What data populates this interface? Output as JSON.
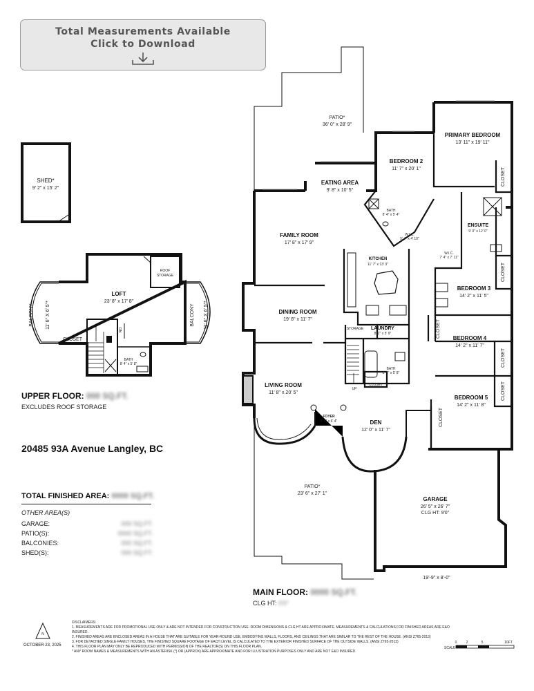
{
  "download_button": {
    "line1": "Total Measurements Available",
    "line2": "Click to Download",
    "icon": "download-icon"
  },
  "rooms": {
    "shed": {
      "name": "SHED*",
      "dim": "9' 2\" x 15' 2\""
    },
    "loft": {
      "name": "LOFT",
      "dim": "23' 8\" x 17' 8\""
    },
    "roof_storage": {
      "name": "ROOF",
      "name2": "STORAGE"
    },
    "balcony_left": {
      "name": "BALCONY",
      "dim": "11' 6\" X 6' 5\"*"
    },
    "balcony_right": {
      "name": "BALCONY",
      "dim": "11' 6\" X 6' 5\"*"
    },
    "upper_closet": {
      "name": "CLOSET"
    },
    "upper_bath": {
      "name": "BATH",
      "dim": "8' 4\" x 5' 8\""
    },
    "upper_dn": {
      "name": "DN"
    },
    "patio_top": {
      "name": "PATIO*",
      "dim": "36' 0\" x 28' 9\""
    },
    "primary_bedroom": {
      "name": "PRIMARY BEDROOM",
      "dim": "13' 11\" x 19' 11\""
    },
    "bedroom2": {
      "name": "BEDROOM 2",
      "dim": "11' 7\" x 20' 1\""
    },
    "eating_area": {
      "name": "EATING AREA",
      "dim": "9' 8\" x 10' 5\""
    },
    "family_room": {
      "name": "FAMILY ROOM",
      "dim": "17' 8\" x 17' 9\""
    },
    "bath_main": {
      "name": "BATH",
      "dim": "8' 4\" x 5' 4\""
    },
    "wic_main": {
      "name": "W.I.C.",
      "dim": "5' 4\" x 4' 10\""
    },
    "ensuite": {
      "name": "ENSUITE",
      "dim": "9' 0\" x 12' 0\""
    },
    "wic_ensuite": {
      "name": "W.I.C.",
      "dim": "7' 4\" x 7' 11\""
    },
    "kitchen": {
      "name": "KITCHEN",
      "dim": "11' 7\" x 13' 3\""
    },
    "dining_room": {
      "name": "DINING ROOM",
      "dim": "19' 8\" x 11' 7\""
    },
    "laundry": {
      "name": "LAUNDRY",
      "dim": "8' 2\" x 5' 9\""
    },
    "storage": {
      "name": "STORAGE"
    },
    "bath_laundry": {
      "name": "BATH",
      "dim": "8' 3\" x 5' 8\""
    },
    "bedroom3": {
      "name": "BEDROOM 3",
      "dim": "14' 2\" x 11' 5\""
    },
    "bedroom4": {
      "name": "BEDROOM 4",
      "dim": "14' 2\" x 11' 7\""
    },
    "bedroom5": {
      "name": "BEDROOM 5",
      "dim": "14' 2\" x 11' 8\""
    },
    "living_room": {
      "name": "LIVING ROOM",
      "dim": "11' 8\" x 20' 5\""
    },
    "foyer": {
      "name": "FOYER",
      "dim": "5' 4\" x 6' 4\""
    },
    "den": {
      "name": "DEN",
      "dim": "12' 0\" x 11' 7\""
    },
    "patio_bottom": {
      "name": "PATIO*",
      "dim": "23' 6\" x 27' 1\""
    },
    "garage": {
      "name": "GARAGE",
      "dim": "26' 5\" x 26' 7\"",
      "clg": "CLG HT: 9'0\""
    },
    "garage_door": {
      "dim": "19'-9\" x 8'-0\""
    },
    "closet": "CLOSET",
    "up": "UP"
  },
  "upper_floor": {
    "label": "UPPER FLOOR:",
    "value": "000 SQ.FT.",
    "note": "EXCLUDES ROOF STORAGE"
  },
  "address": "20485 93A Avenue Langley, BC",
  "totals": {
    "label": "TOTAL FINISHED AREA:",
    "value": "0000 SQ.FT.",
    "other_header": "OTHER AREA(S)",
    "rows": [
      {
        "label": "GARAGE:",
        "value": "000 SQ.FT."
      },
      {
        "label": "PATIO(S):",
        "value": "0000 SQ.FT."
      },
      {
        "label": "BALCONIES:",
        "value": "000 SQ.FT."
      },
      {
        "label": "SHED(S):",
        "value": "000 SQ.FT."
      }
    ]
  },
  "main_floor": {
    "label": "MAIN FLOOR:",
    "value": "0000 SQ.FT.",
    "clg_label": "CLG HT:",
    "clg_value": "0'0\""
  },
  "disclaimer": {
    "title": "DISCLAIMERS:",
    "lines": [
      "1. MEASUREMENTS ARE FOR PROMOTIONAL USE ONLY & ARE NOT INTENDED FOR CONSTRUCTION USE. ROOM DIMENSIONS & CLG HT ARE APPROXIMATE. MEASUREMENTS & CALCULATIONS FOR FINISHED AREAS ARE E&O INSURED.",
      "2. FINISHED AREAS ARE ENCLOSED AREAS IN A HOUSE THAT ARE SUITABLE FOR YEAR-ROUND USE, EMBODYING WALLS, FLOORS, AND CEILINGS THAT ARE SIMILAR TO THE REST OF THE HOUSE. (ANSI Z765-2013)",
      "3. FOR DETACHED SINGLE-FAMILY HOUSES, THE FINISHED SQUARE FOOTAGE OF EACH LEVEL IS CALCULATED TO THE EXTERIOR FINISHED SURFACE OF THE OUTSIDE WALLS. (ANSI Z765-2013)",
      "4. THIS FLOOR PLAN MAY ONLY BE REPRODUCED WITH PERMISSION OF THE REALTOR(S) ON THIS FLOOR PLAN.",
      "* ANY ROOM NAMES & MEASUREMENTS WITH AN ASTERISK (*) OR (APPROX) ARE APPROXIMATE AND FOR ILLUSTRATION PURPOSES ONLY AND ARE NOT E&O INSURED."
    ]
  },
  "date": "OCTOBER 23, 2025",
  "compass": {
    "letter": "N",
    "icon": "north-arrow-icon"
  },
  "scale": {
    "label": "SCALE",
    "ticks": [
      "0",
      "2",
      "5",
      "10FT"
    ]
  }
}
